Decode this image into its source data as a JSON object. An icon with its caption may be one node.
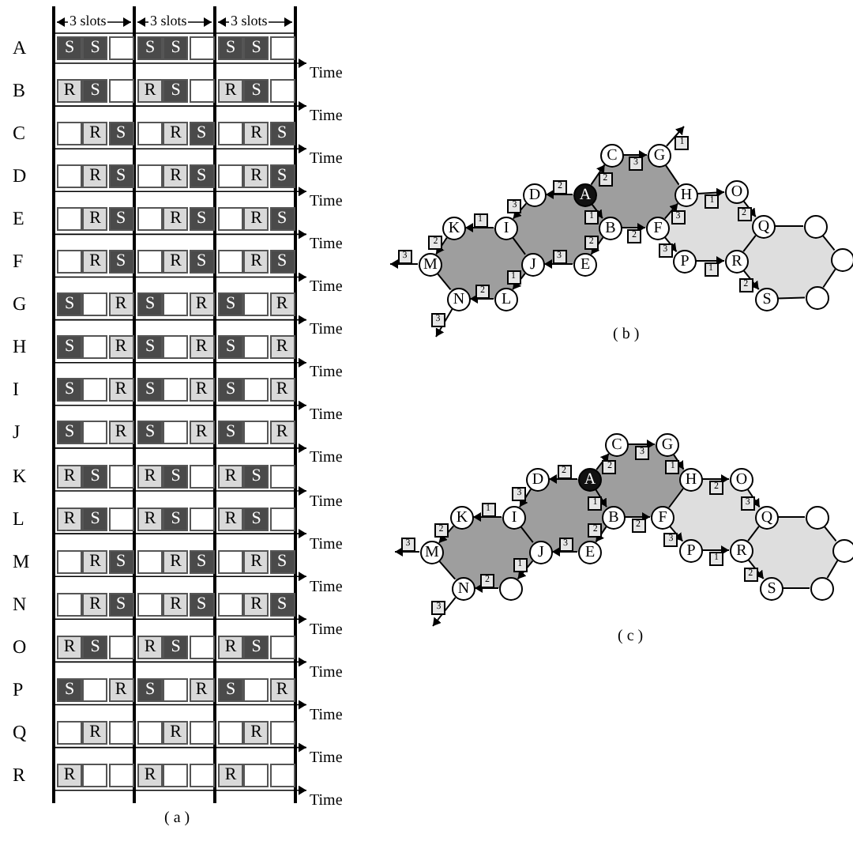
{
  "diagram": {
    "nodes": [
      {
        "text": [
          "C"
        ]
      },
      {
        "text": [
          "G"
        ]
      },
      {
        "text": [
          "D"
        ]
      },
      {
        "text": [
          "A"
        ]
      },
      {
        "text": [
          "H"
        ]
      },
      {
        "text": [
          "O"
        ]
      },
      {
        "text": [
          "K"
        ]
      },
      {
        "text": [
          "I"
        ]
      },
      {
        "text": [
          "B"
        ]
      },
      {
        "text": [
          "F"
        ]
      },
      {
        "text": [
          "Q"
        ]
      },
      {
        "text": [],
        "shape": "circle"
      },
      {
        "text": [
          "M"
        ]
      },
      {
        "text": [
          "J"
        ]
      },
      {
        "text": [
          "E"
        ]
      },
      {
        "text": [
          "P"
        ]
      },
      {
        "text": [
          "R"
        ]
      },
      {
        "text": [],
        "shape": "circle"
      },
      {
        "text": [
          "N"
        ]
      },
      {
        "text": [
          "L"
        ]
      },
      {
        "text": [
          "S"
        ]
      },
      {
        "text": [],
        "shape": "circle"
      },
      {
        "text": [
          "C"
        ]
      },
      {
        "text": [
          "G"
        ]
      },
      {
        "text": [
          "D"
        ]
      },
      {
        "text": [
          "A"
        ]
      },
      {
        "text": [
          "H"
        ]
      },
      {
        "text": [
          "O"
        ]
      },
      {
        "text": [
          "K"
        ]
      },
      {
        "text": [
          "I"
        ]
      },
      {
        "text": [
          "B"
        ]
      },
      {
        "text": [
          "F"
        ]
      },
      {
        "text": [
          "Q"
        ]
      },
      {
        "text": [],
        "shape": "circle"
      },
      {
        "text": [
          "M"
        ]
      },
      {
        "text": [
          "J"
        ]
      },
      {
        "text": [
          "E"
        ]
      },
      {
        "text": [
          "P"
        ]
      },
      {
        "text": [
          "R"
        ]
      },
      {
        "text": [],
        "shape": "circle"
      },
      {
        "text": [
          "N"
        ]
      },
      {
        "text": [],
        "shape": "circle"
      },
      {
        "text": [
          "S"
        ]
      },
      {
        "text": [],
        "shape": "circle"
      }
    ],
    "edges": [
      {
        "from": 3,
        "to": 0,
        "arrow": "to",
        "label": "2"
      },
      {
        "from": 0,
        "to": 1,
        "arrow": "to",
        "label": "3"
      },
      {
        "from": 1,
        "to": null,
        "arrow": "to",
        "label": "1"
      },
      {
        "from": 3,
        "to": 2,
        "arrow": "to",
        "label": "2"
      },
      {
        "from": 2,
        "to": 7,
        "arrow": "to",
        "label": "3"
      },
      {
        "from": 7,
        "to": 6,
        "arrow": "to",
        "label": "1"
      },
      {
        "from": 6,
        "to": 12,
        "arrow": "to",
        "label": "2"
      },
      {
        "from": 12,
        "to": null,
        "arrow": "to",
        "label": "3"
      },
      {
        "from": 3,
        "to": 8,
        "arrow": "to",
        "label": "1"
      },
      {
        "from": 8,
        "to": 14,
        "arrow": "to",
        "label": "2"
      },
      {
        "from": 14,
        "to": 13,
        "arrow": "to",
        "label": "3"
      },
      {
        "from": 13,
        "to": 19,
        "arrow": "to",
        "label": "1"
      },
      {
        "from": 19,
        "to": 18,
        "arrow": "to",
        "label": "2"
      },
      {
        "from": 18,
        "to": null,
        "arrow": "to",
        "label": "3"
      },
      {
        "from": 8,
        "to": 9,
        "arrow": "to",
        "label": "2"
      },
      {
        "from": 9,
        "to": 4,
        "arrow": "to",
        "label": "3"
      },
      {
        "from": 4,
        "to": 5,
        "arrow": "to",
        "label": "1"
      },
      {
        "from": 5,
        "to": 10,
        "arrow": "to",
        "label": "2"
      },
      {
        "from": 9,
        "to": 15,
        "arrow": "to",
        "label": "3"
      },
      {
        "from": 15,
        "to": 16,
        "arrow": "to",
        "label": "1"
      },
      {
        "from": 16,
        "to": 20,
        "arrow": "to",
        "label": "2"
      },
      {
        "from": 1,
        "to": 4,
        "arrow": "none"
      },
      {
        "from": 7,
        "to": 13,
        "arrow": "none"
      },
      {
        "from": 12,
        "to": 18,
        "arrow": "none"
      },
      {
        "from": 10,
        "to": 16,
        "arrow": "none"
      },
      {
        "from": 10,
        "to": 11,
        "arrow": "none"
      },
      {
        "from": 11,
        "to": 17,
        "arrow": "none"
      },
      {
        "from": 17,
        "to": 21,
        "arrow": "none"
      },
      {
        "from": 21,
        "to": 20,
        "arrow": "none"
      },
      {
        "from": 25,
        "to": 22,
        "arrow": "to",
        "label": "2"
      },
      {
        "from": 22,
        "to": 23,
        "arrow": "to",
        "label": "3"
      },
      {
        "from": 23,
        "to": 26,
        "arrow": "to",
        "label": "1"
      },
      {
        "from": 26,
        "to": 27,
        "arrow": "to",
        "label": "2"
      },
      {
        "from": 27,
        "to": 32,
        "arrow": "to",
        "label": "3"
      },
      {
        "from": 25,
        "to": 24,
        "arrow": "to",
        "label": "2"
      },
      {
        "from": 24,
        "to": 29,
        "arrow": "to",
        "label": "3"
      },
      {
        "from": 29,
        "to": 28,
        "arrow": "to",
        "label": "1"
      },
      {
        "from": 28,
        "to": 34,
        "arrow": "to",
        "label": "2"
      },
      {
        "from": 34,
        "to": null,
        "arrow": "to",
        "label": "3"
      },
      {
        "from": 25,
        "to": 30,
        "arrow": "to",
        "label": "1"
      },
      {
        "from": 30,
        "to": 36,
        "arrow": "to",
        "label": "2"
      },
      {
        "from": 36,
        "to": 35,
        "arrow": "to",
        "label": "3"
      },
      {
        "from": 35,
        "to": 41,
        "arrow": "to",
        "label": "1"
      },
      {
        "from": 41,
        "to": 40,
        "arrow": "to",
        "label": "2"
      },
      {
        "from": 40,
        "to": null,
        "arrow": "to",
        "label": "3"
      },
      {
        "from": 30,
        "to": 31,
        "arrow": "to",
        "label": "2"
      },
      {
        "from": 31,
        "to": 37,
        "arrow": "to",
        "label": "3"
      },
      {
        "from": 37,
        "to": 38,
        "arrow": "to",
        "label": "1"
      },
      {
        "from": 38,
        "to": 42,
        "arrow": "to",
        "label": "2"
      },
      {
        "from": 31,
        "to": 26,
        "arrow": "none"
      },
      {
        "from": 29,
        "to": 35,
        "arrow": "none"
      },
      {
        "from": 34,
        "to": 40,
        "arrow": "none"
      },
      {
        "from": 32,
        "to": 38,
        "arrow": "none"
      },
      {
        "from": 32,
        "to": 33,
        "arrow": "none"
      },
      {
        "from": 33,
        "to": 39,
        "arrow": "none"
      },
      {
        "from": 39,
        "to": 43,
        "arrow": "none"
      },
      {
        "from": 43,
        "to": 42,
        "arrow": "none"
      }
    ],
    "labels": [
      "3 slots",
      "3 slots",
      "3 slots",
      "A",
      "S",
      "S",
      "S",
      "S",
      "S",
      "S",
      "Time",
      "B",
      "R",
      "S",
      "R",
      "S",
      "R",
      "S",
      "Time",
      "C",
      "R",
      "S",
      "R",
      "S",
      "R",
      "S",
      "Time",
      "D",
      "R",
      "S",
      "R",
      "S",
      "R",
      "S",
      "Time",
      "E",
      "R",
      "S",
      "R",
      "S",
      "R",
      "S",
      "Time",
      "F",
      "R",
      "S",
      "R",
      "S",
      "R",
      "S",
      "Time",
      "G",
      "S",
      "R",
      "S",
      "R",
      "S",
      "R",
      "Time",
      "H",
      "S",
      "R",
      "S",
      "R",
      "S",
      "R",
      "Time",
      "I",
      "S",
      "R",
      "S",
      "R",
      "S",
      "R",
      "Time",
      "J",
      "S",
      "R",
      "S",
      "R",
      "S",
      "R",
      "Time",
      "K",
      "R",
      "S",
      "R",
      "S",
      "R",
      "S",
      "Time",
      "L",
      "R",
      "S",
      "R",
      "S",
      "R",
      "S",
      "Time",
      "M",
      "R",
      "S",
      "R",
      "S",
      "R",
      "S",
      "Time",
      "N",
      "R",
      "S",
      "R",
      "S",
      "R",
      "S",
      "Time",
      "O",
      "R",
      "S",
      "R",
      "S",
      "R",
      "S",
      "Time",
      "P",
      "S",
      "R",
      "S",
      "R",
      "S",
      "R",
      "Time",
      "Q",
      "R",
      "R",
      "R",
      "Time",
      "R",
      "R",
      "R",
      "R",
      "Time",
      "( a )",
      "( b )",
      "( c )"
    ]
  }
}
